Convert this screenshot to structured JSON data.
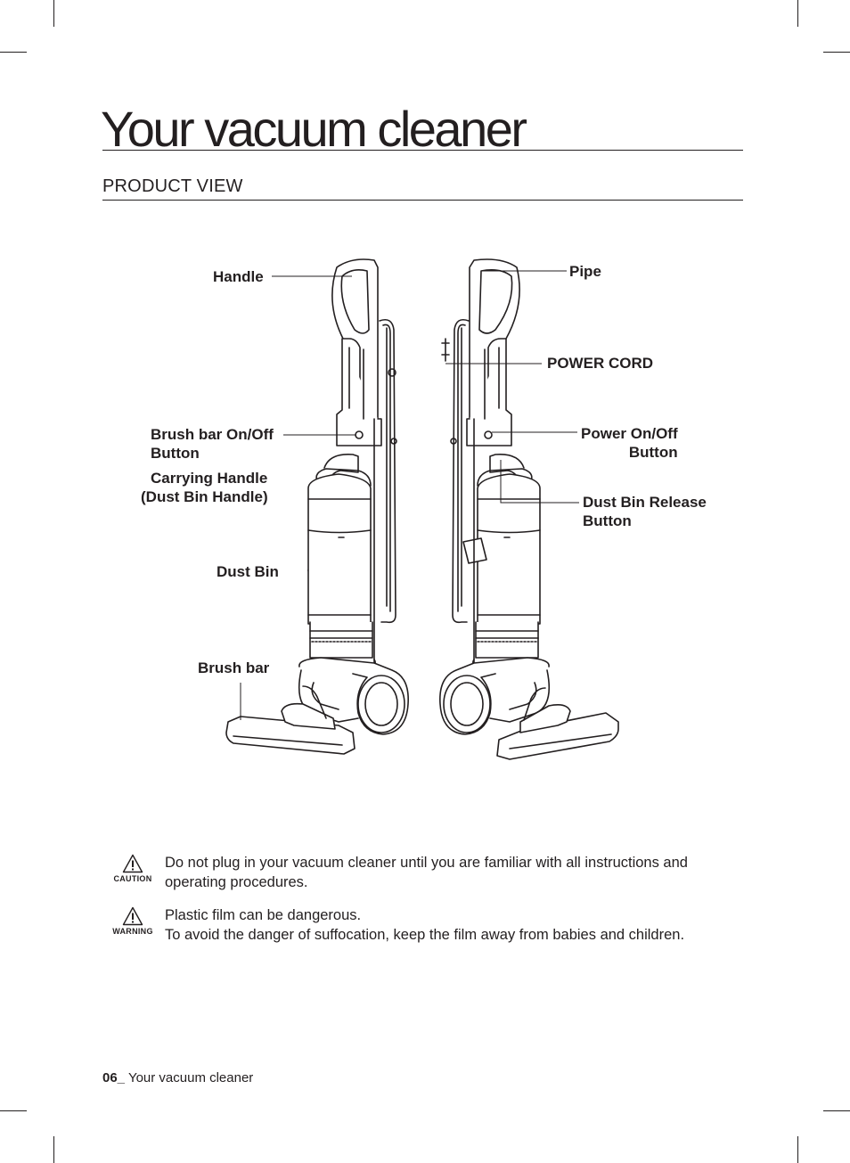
{
  "header": {
    "title": "Your vacuum cleaner",
    "section": "PRODUCT VIEW"
  },
  "callouts": {
    "handle": "Handle",
    "brush_bar_switch": [
      "Brush bar On/Off",
      "Button"
    ],
    "carrying_handle": [
      "Carrying Handle",
      "(Dust Bin Handle)"
    ],
    "dust_bin": "Dust Bin",
    "brush_bar": "Brush bar",
    "pipe": "Pipe",
    "power_cord": "POWER CORD",
    "power_switch": [
      "Power On/Off",
      "Button"
    ],
    "dust_bin_release": [
      "Dust Bin Release",
      "Button"
    ]
  },
  "notices": [
    {
      "badge": "CAUTION",
      "lines": [
        "Do not plug in your vacuum cleaner until you are familiar with all instructions and",
        "operating procedures."
      ]
    },
    {
      "badge": "WARNING",
      "lines": [
        "Plastic film can be dangerous.",
        "To avoid the danger of suffocation, keep the film away from babies and children."
      ]
    }
  ],
  "footer": {
    "page_number": "06_",
    "label": "Your vacuum cleaner"
  }
}
